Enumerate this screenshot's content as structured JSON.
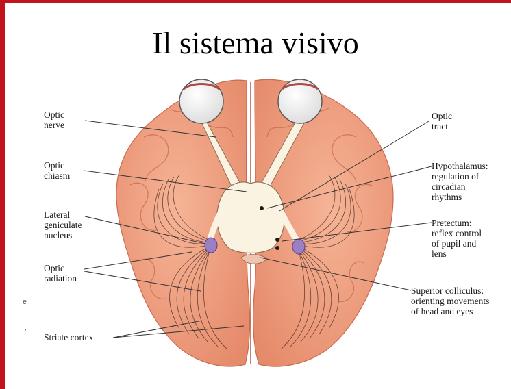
{
  "title": "Il sistema visivo",
  "colors": {
    "frame": "#c0151c",
    "brain": "#f2a282",
    "brain_dark": "#d9785c",
    "nerve": "#fbf3e2",
    "nucleus": "#9b7fc4",
    "fibers": "#4a3028"
  },
  "labels": {
    "optic_nerve": [
      "Optic",
      "nerve"
    ],
    "optic_chiasm": [
      "Optic",
      "chiasm"
    ],
    "lgn": [
      "Lateral",
      "geniculate",
      "nucleus"
    ],
    "optic_radiation": [
      "Optic",
      "radiation"
    ],
    "striate_cortex": [
      "Striate cortex"
    ],
    "optic_tract": [
      "Optic",
      "tract"
    ],
    "hypothalamus": [
      "Hypothalamus:",
      "regulation of",
      "circadian",
      "rhythms"
    ],
    "pretectum": [
      "Pretectum:",
      "reflex control",
      "of pupil and",
      "lens"
    ],
    "superior_colliculus": [
      "Superior colliculus:",
      "orienting movements",
      "of head and eyes"
    ]
  },
  "fragments": {
    "left_edge_a": "e",
    "left_edge_b": "·"
  }
}
